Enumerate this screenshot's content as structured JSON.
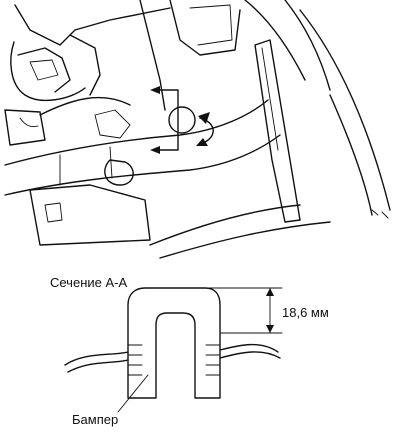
{
  "labels": {
    "section": "Сечение A-A",
    "dimension": "18,6 мм",
    "bumper": "Бампер"
  },
  "colors": {
    "ink": "#111111",
    "background": "#ffffff"
  },
  "icons": [
    "rotation-arrow-icon",
    "section-arrow-icon"
  ]
}
